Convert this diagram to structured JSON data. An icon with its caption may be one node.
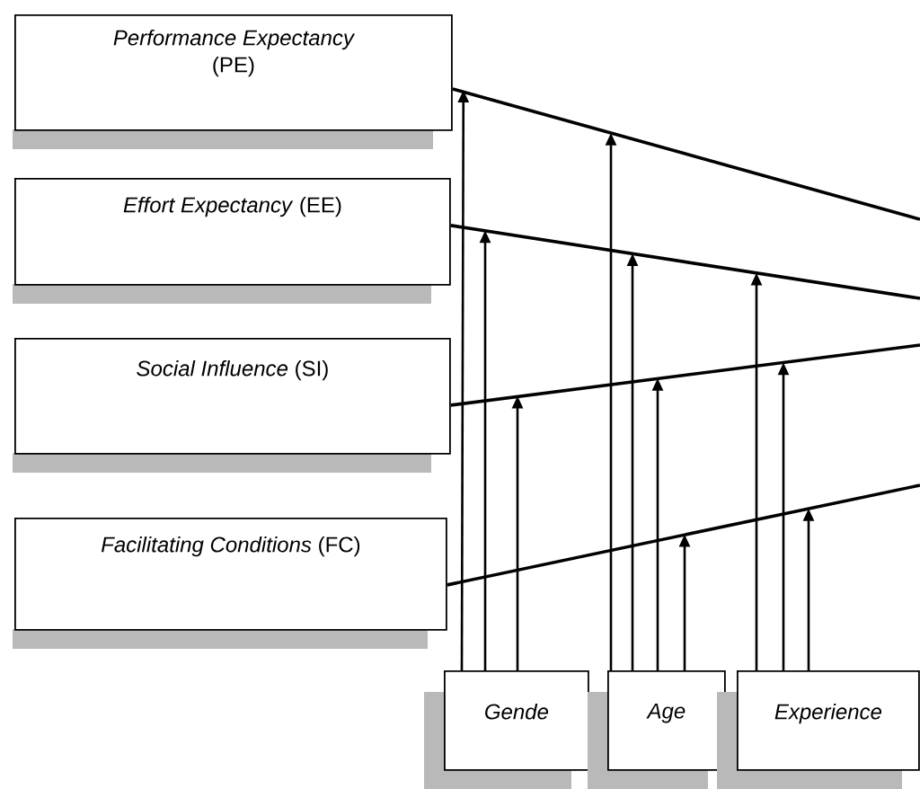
{
  "diagram": {
    "nodes": [
      {
        "text": [
          "*Performance Expectancy* (PE)"
        ]
      },
      {
        "text": [
          "*Effort Expectancy* (EE)"
        ]
      },
      {
        "text": [
          "*Social Influence* (SI)"
        ]
      },
      {
        "text": [
          "*Facilitating Conditions* (FC)"
        ]
      },
      {
        "text": [
          "Gende"
        ]
      },
      {
        "text": [
          "Age"
        ]
      },
      {
        "text": [
          "Experience"
        ]
      }
    ],
    "edges": [
      {
        "from": 0,
        "to": null,
        "arrow": "none"
      },
      {
        "from": 1,
        "to": null,
        "arrow": "none"
      },
      {
        "from": 2,
        "to": null,
        "arrow": "none"
      },
      {
        "from": 3,
        "to": null,
        "arrow": "none"
      },
      {
        "from": 4,
        "to": 0,
        "arrow": "to"
      },
      {
        "from": 4,
        "to": null,
        "arrow": "to"
      },
      {
        "from": 4,
        "to": null,
        "arrow": "to"
      },
      {
        "from": 5,
        "to": null,
        "arrow": "to"
      },
      {
        "from": 5,
        "to": null,
        "arrow": "to"
      },
      {
        "from": 5,
        "to": null,
        "arrow": "to"
      },
      {
        "from": 5,
        "to": null,
        "arrow": "to"
      },
      {
        "from": 6,
        "to": null,
        "arrow": "to"
      },
      {
        "from": 6,
        "to": null,
        "arrow": "to"
      },
      {
        "from": 6,
        "to": null,
        "arrow": "to"
      }
    ]
  }
}
